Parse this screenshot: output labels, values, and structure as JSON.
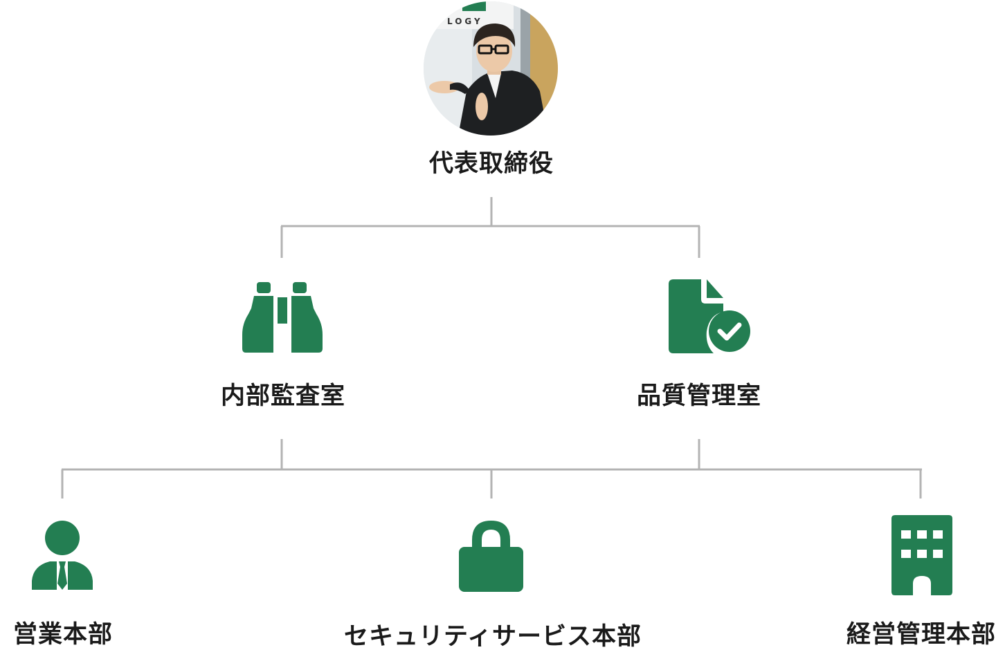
{
  "org_chart": {
    "ceo": {
      "label": "代表取締役",
      "icon": "person-photo",
      "logo_text": "LOGY"
    },
    "level2": [
      {
        "label": "内部監査室",
        "icon": "binoculars-icon"
      },
      {
        "label": "品質管理室",
        "icon": "document-check-icon"
      }
    ],
    "level3": [
      {
        "label": "営業本部",
        "icon": "businessman-icon"
      },
      {
        "label": "セキュリティサービス本部",
        "icon": "lock-icon"
      },
      {
        "label": "経営管理本部",
        "icon": "building-icon"
      }
    ]
  },
  "colors": {
    "icon_green": "#237e52",
    "connector": "#b3b3b3",
    "text": "#1a1a1a"
  }
}
